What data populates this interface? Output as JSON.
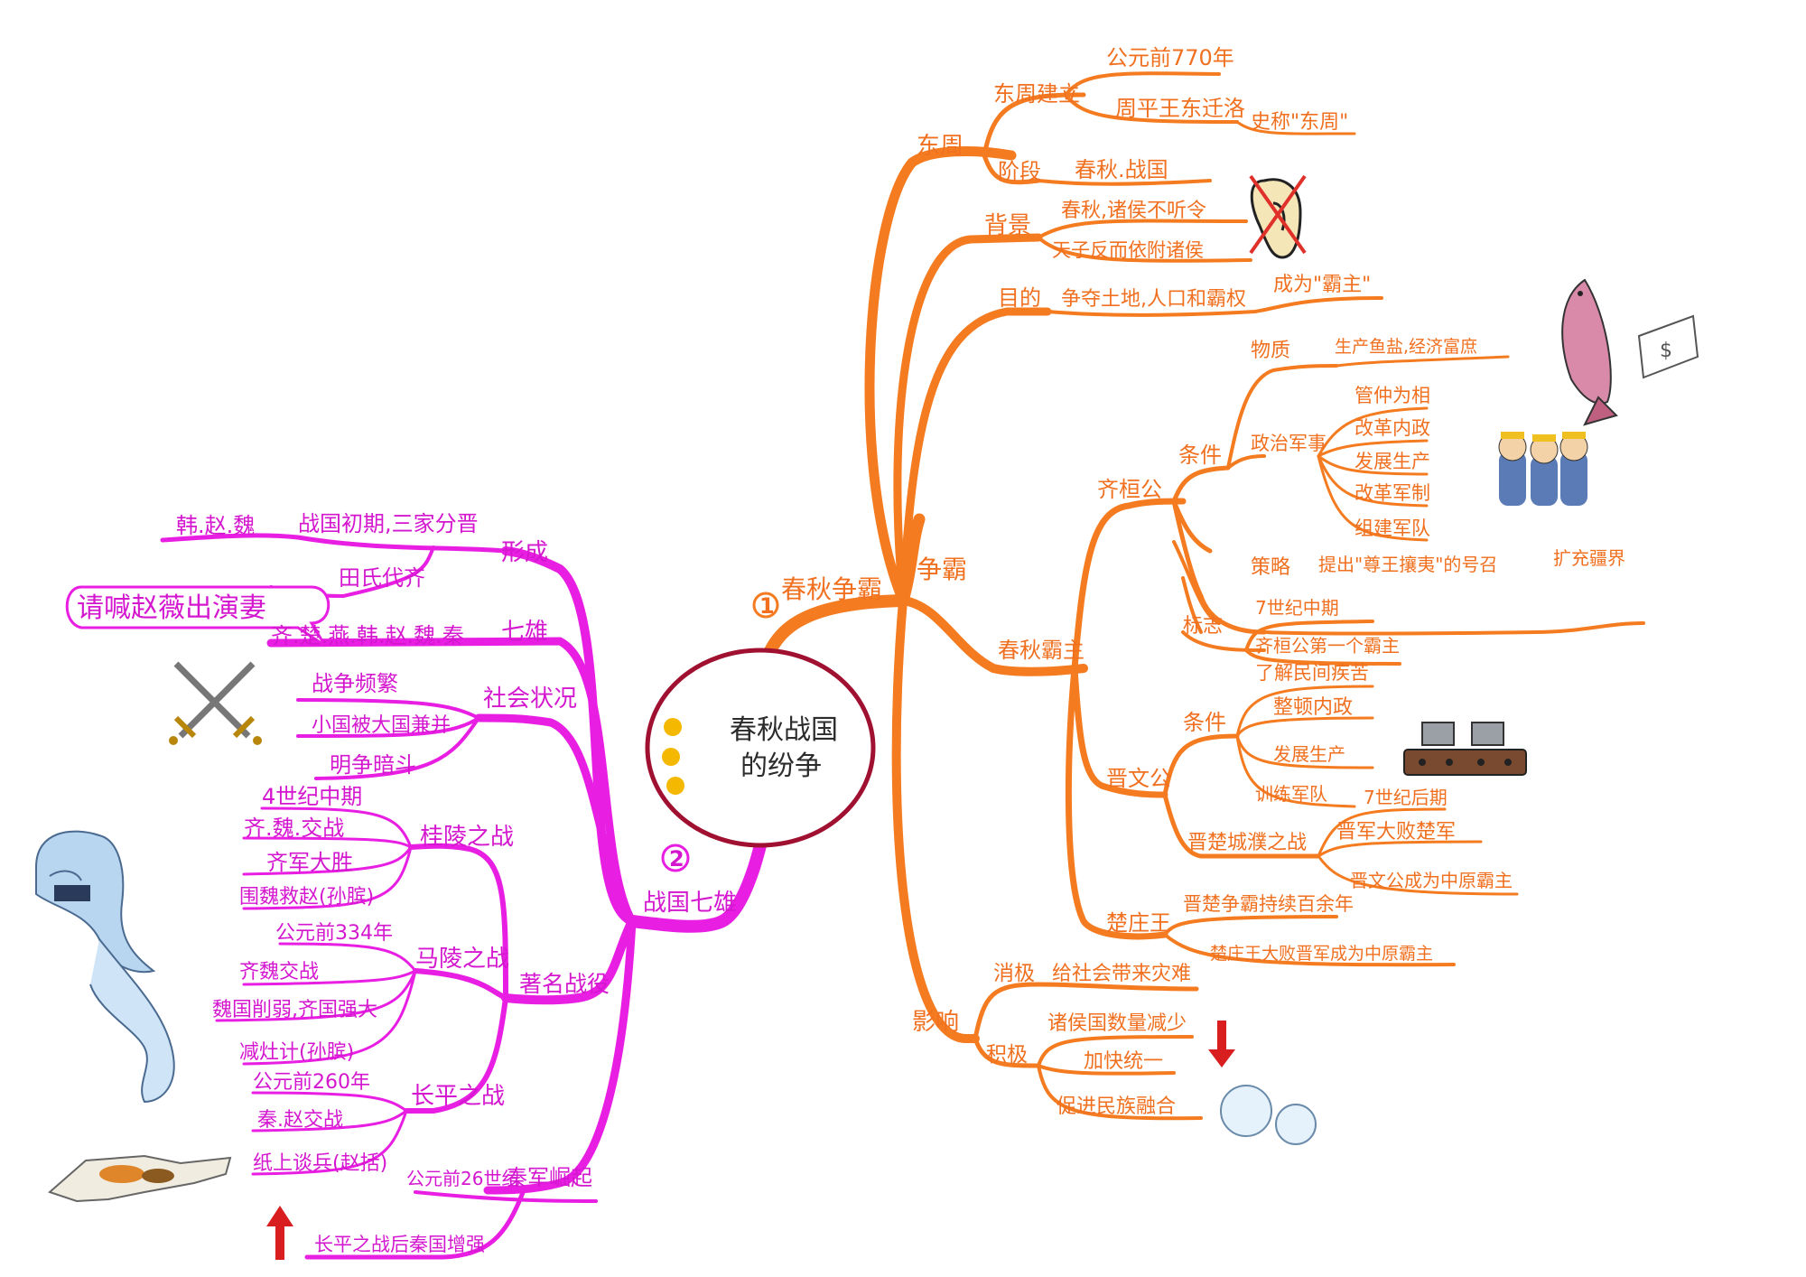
{
  "center": {
    "line1": "春秋战国",
    "line2": "的纷争"
  },
  "colors": {
    "orange": "#f47b20",
    "magenta": "#e81ee3",
    "center_ring": "#a01030",
    "dots": "#f5b800",
    "arrow": "#d81e1e"
  },
  "left_branch": {
    "number": "2",
    "title": "战国七雄",
    "speech": "请喊赵薇出演妻",
    "formation": {
      "label": "形成",
      "items": [
        "韩.赵.魏",
        "战国初期,三家分晋",
        "田氏代齐"
      ]
    },
    "seven": {
      "label": "七雄",
      "value": "齐.楚.燕.韩.赵.魏.秦"
    },
    "society": {
      "label": "社会状况",
      "items": [
        "战争频繁",
        "小国被大国兼并",
        "明争暗斗"
      ]
    },
    "battles": {
      "label": "著名战役",
      "guiling": {
        "label": "桂陵之战",
        "items": [
          "4世纪中期",
          "齐.魏.交战",
          "齐军大胜",
          "围魏救赵(孙膑)"
        ]
      },
      "maling": {
        "label": "马陵之战",
        "items": [
          "公元前334年",
          "齐魏交战",
          "魏国削弱,齐国强大",
          "减灶计(孙膑)"
        ]
      },
      "changping": {
        "label": "长平之战",
        "items": [
          "公元前260年",
          "秦.赵交战",
          "纸上谈兵(赵括)"
        ]
      }
    },
    "qin": {
      "label": "秦军崛起",
      "items": [
        "公元前26世纪",
        "长平之战后秦国增强"
      ]
    }
  },
  "right_branch": {
    "number": "1",
    "title": "春秋争霸",
    "zhengba": "争霸",
    "dongzhou": {
      "label": "东周",
      "founding": {
        "label": "东周建立",
        "items": [
          "公元前770年",
          "周平王东迁洛",
          "史称\"东周\""
        ]
      },
      "stage": {
        "label": "阶段",
        "value": "春秋.战国"
      }
    },
    "background": {
      "label": "背景",
      "items": [
        "春秋,诸侯不听令",
        "天子反而依附诸侯"
      ]
    },
    "purpose": {
      "label": "目的",
      "value": "争夺土地,人口和霸权",
      "result": "成为\"霸主\""
    },
    "hegemons": {
      "label": "春秋霸主",
      "qi": {
        "label": "齐桓公",
        "conditions": {
          "label": "条件",
          "material": {
            "label": "物质",
            "value": "生产鱼盐,经济富庶"
          },
          "politics": {
            "label": "政治军事",
            "items": [
              "管仲为相",
              "改革内政",
              "发展生产",
              "改革军制",
              "组建军队"
            ]
          }
        },
        "strategy": {
          "label": "策略",
          "value": "提出\"尊王攘夷\"的号召",
          "extra": "扩充疆界"
        },
        "mark": {
          "label": "标志",
          "items": [
            "7世纪中期",
            "齐桓公第一个霸主"
          ]
        }
      },
      "jin": {
        "label": "晋文公",
        "conditions": {
          "label": "条件",
          "items": [
            "了解民间疾苦",
            "整顿内政",
            "发展生产",
            "训练军队"
          ]
        },
        "battle": {
          "label": "晋楚城濮之战",
          "items": [
            "7世纪后期",
            "晋军大败楚军",
            "晋文公成为中原霸主"
          ]
        }
      },
      "chu": {
        "label": "楚庄王",
        "items": [
          "晋楚争霸持续百余年",
          "楚庄王大败晋军成为中原霸主"
        ]
      }
    },
    "impact": {
      "label": "影响",
      "negative": {
        "label": "消极",
        "value": "给社会带来灾难"
      },
      "positive": {
        "label": "积极",
        "items": [
          "诸侯国数量减少",
          "加快统一",
          "促进民族融合"
        ]
      }
    }
  },
  "icons": [
    "crossed-swords-icon",
    "horse-spirit-icon",
    "torn-map-icon",
    "up-arrow-icon",
    "ear-crossed-icon",
    "fish-icon",
    "money-note-icon",
    "soldiers-icon",
    "conveyor-icon",
    "down-arrow-icon",
    "bubbles-icon"
  ]
}
